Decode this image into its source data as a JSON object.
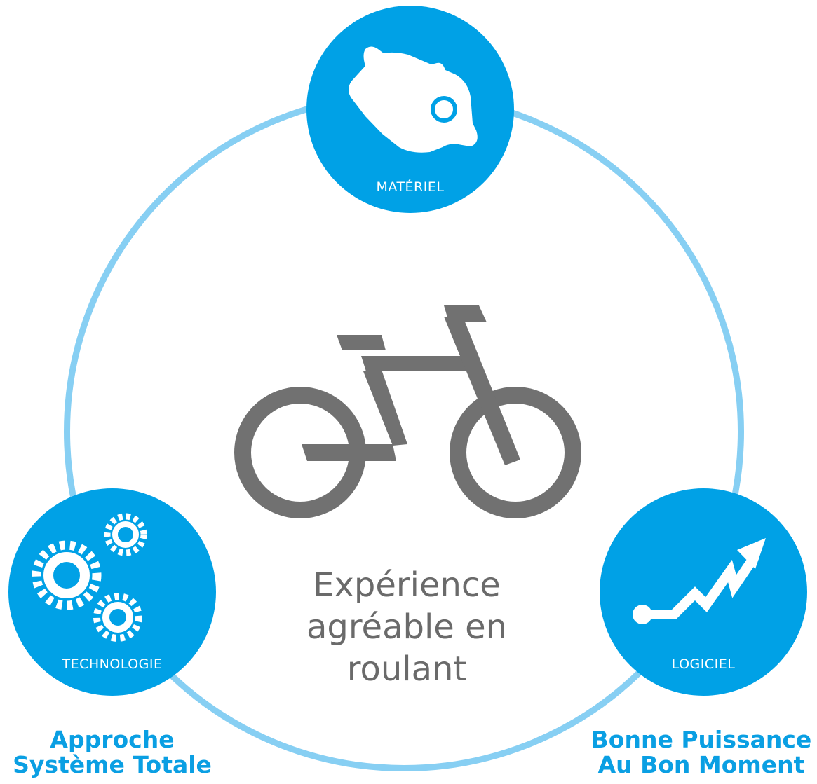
{
  "colors": {
    "accent": "#00a1e6",
    "ring": "#87cff3",
    "bike": "#717171",
    "text_gray": "#6a6a6a",
    "caption": "#0a9fe3"
  },
  "nodes": {
    "hardware": {
      "label": "MATÉRIEL",
      "icon": "motor-icon"
    },
    "technology": {
      "label": "TECHNOLOGIE",
      "icon": "gears-icon"
    },
    "software": {
      "label": "LOGICIEL",
      "icon": "rising-graph-icon"
    }
  },
  "center": {
    "icon": "bicycle-icon",
    "lines": [
      "Expérience",
      "agréable en",
      "roulant"
    ]
  },
  "captions": {
    "left": [
      "Approche",
      "Système Totale"
    ],
    "right": [
      "Bonne Puissance",
      "Au Bon Moment"
    ]
  }
}
